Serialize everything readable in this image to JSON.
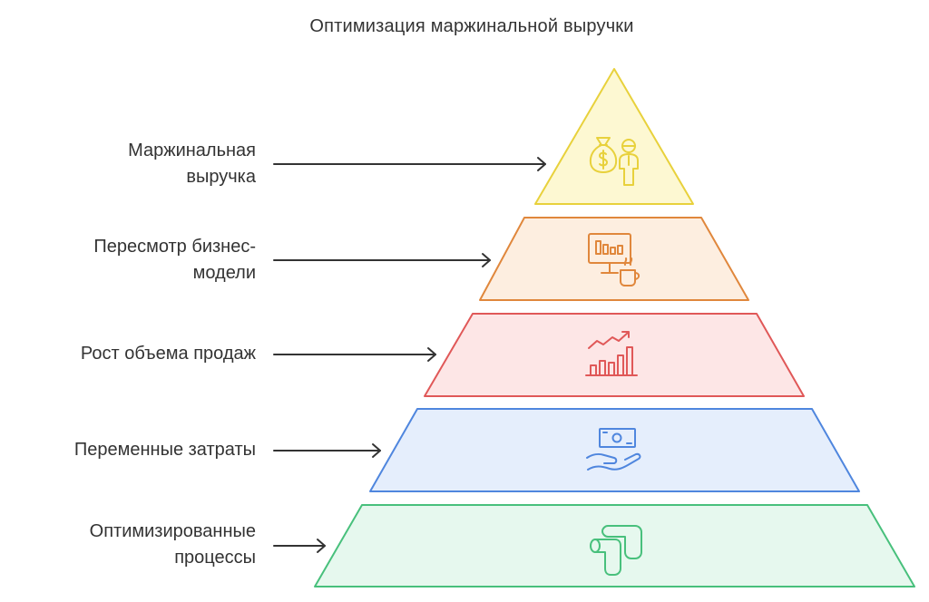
{
  "title": "Оптимизация маржинальной выручки",
  "levels": [
    {
      "label_lines": [
        "Маржинальная",
        "выручка"
      ],
      "icon": "money-bag-person-icon",
      "fill": "#FDF8D2",
      "stroke": "#E8D13C"
    },
    {
      "label_lines": [
        "Пересмотр бизнес-",
        "модели"
      ],
      "icon": "monitor-chart-coffee-icon",
      "fill": "#FDEEE0",
      "stroke": "#E0873C"
    },
    {
      "label_lines": [
        "Рост объема продаж"
      ],
      "icon": "growth-chart-icon",
      "fill": "#FDE6E6",
      "stroke": "#E05858"
    },
    {
      "label_lines": [
        "Переменные затраты"
      ],
      "icon": "hand-money-icon",
      "fill": "#E5EEFC",
      "stroke": "#4F86DE"
    },
    {
      "label_lines": [
        "Оптимизированные",
        "процессы"
      ],
      "icon": "pipe-process-icon",
      "fill": "#E6F8EE",
      "stroke": "#48C07C"
    }
  ],
  "colors": {
    "text": "#333333",
    "arrow": "#333333"
  }
}
